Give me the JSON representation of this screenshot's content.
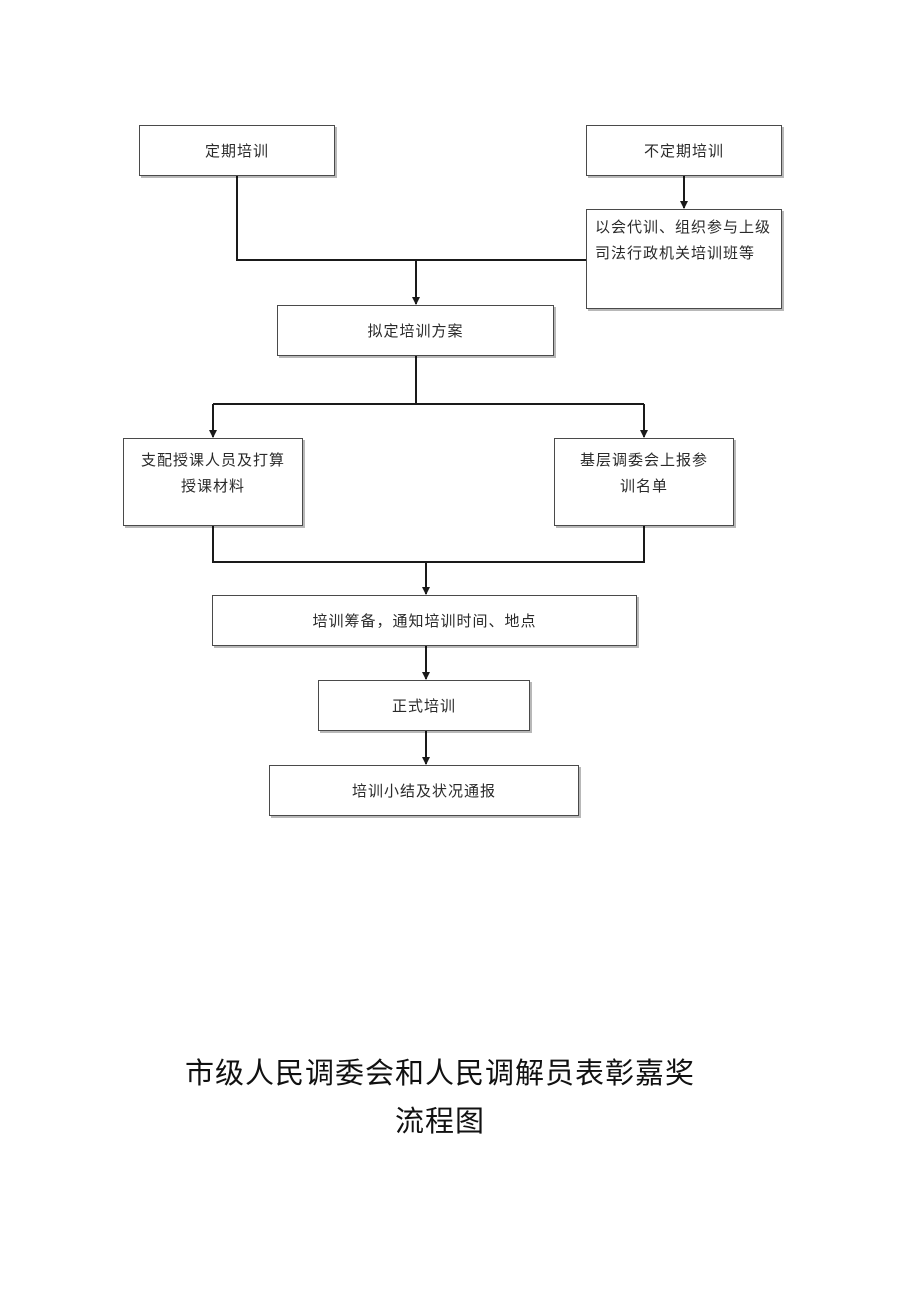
{
  "flowchart": {
    "nodes": {
      "regular_training": "定期培训",
      "irregular_training": "不定期培训",
      "meeting_training": "以会代训、组织参与上级司法行政机关培训班等",
      "draft_plan": "拟定培训方案",
      "assign_lecturers": "支配授课人员及打算授课材料",
      "report_list": "基层调委会上报参训名单",
      "preparation": "培训筹备，通知培训时间、地点",
      "formal_training": "正式培训",
      "summary": "培训小结及状况通报"
    },
    "line_color": "#1a1a1a",
    "border_color": "#4a4a4a"
  },
  "caption": {
    "line1": "市级人民调委会和人民调解员表彰嘉奖",
    "line2": "流程图"
  }
}
